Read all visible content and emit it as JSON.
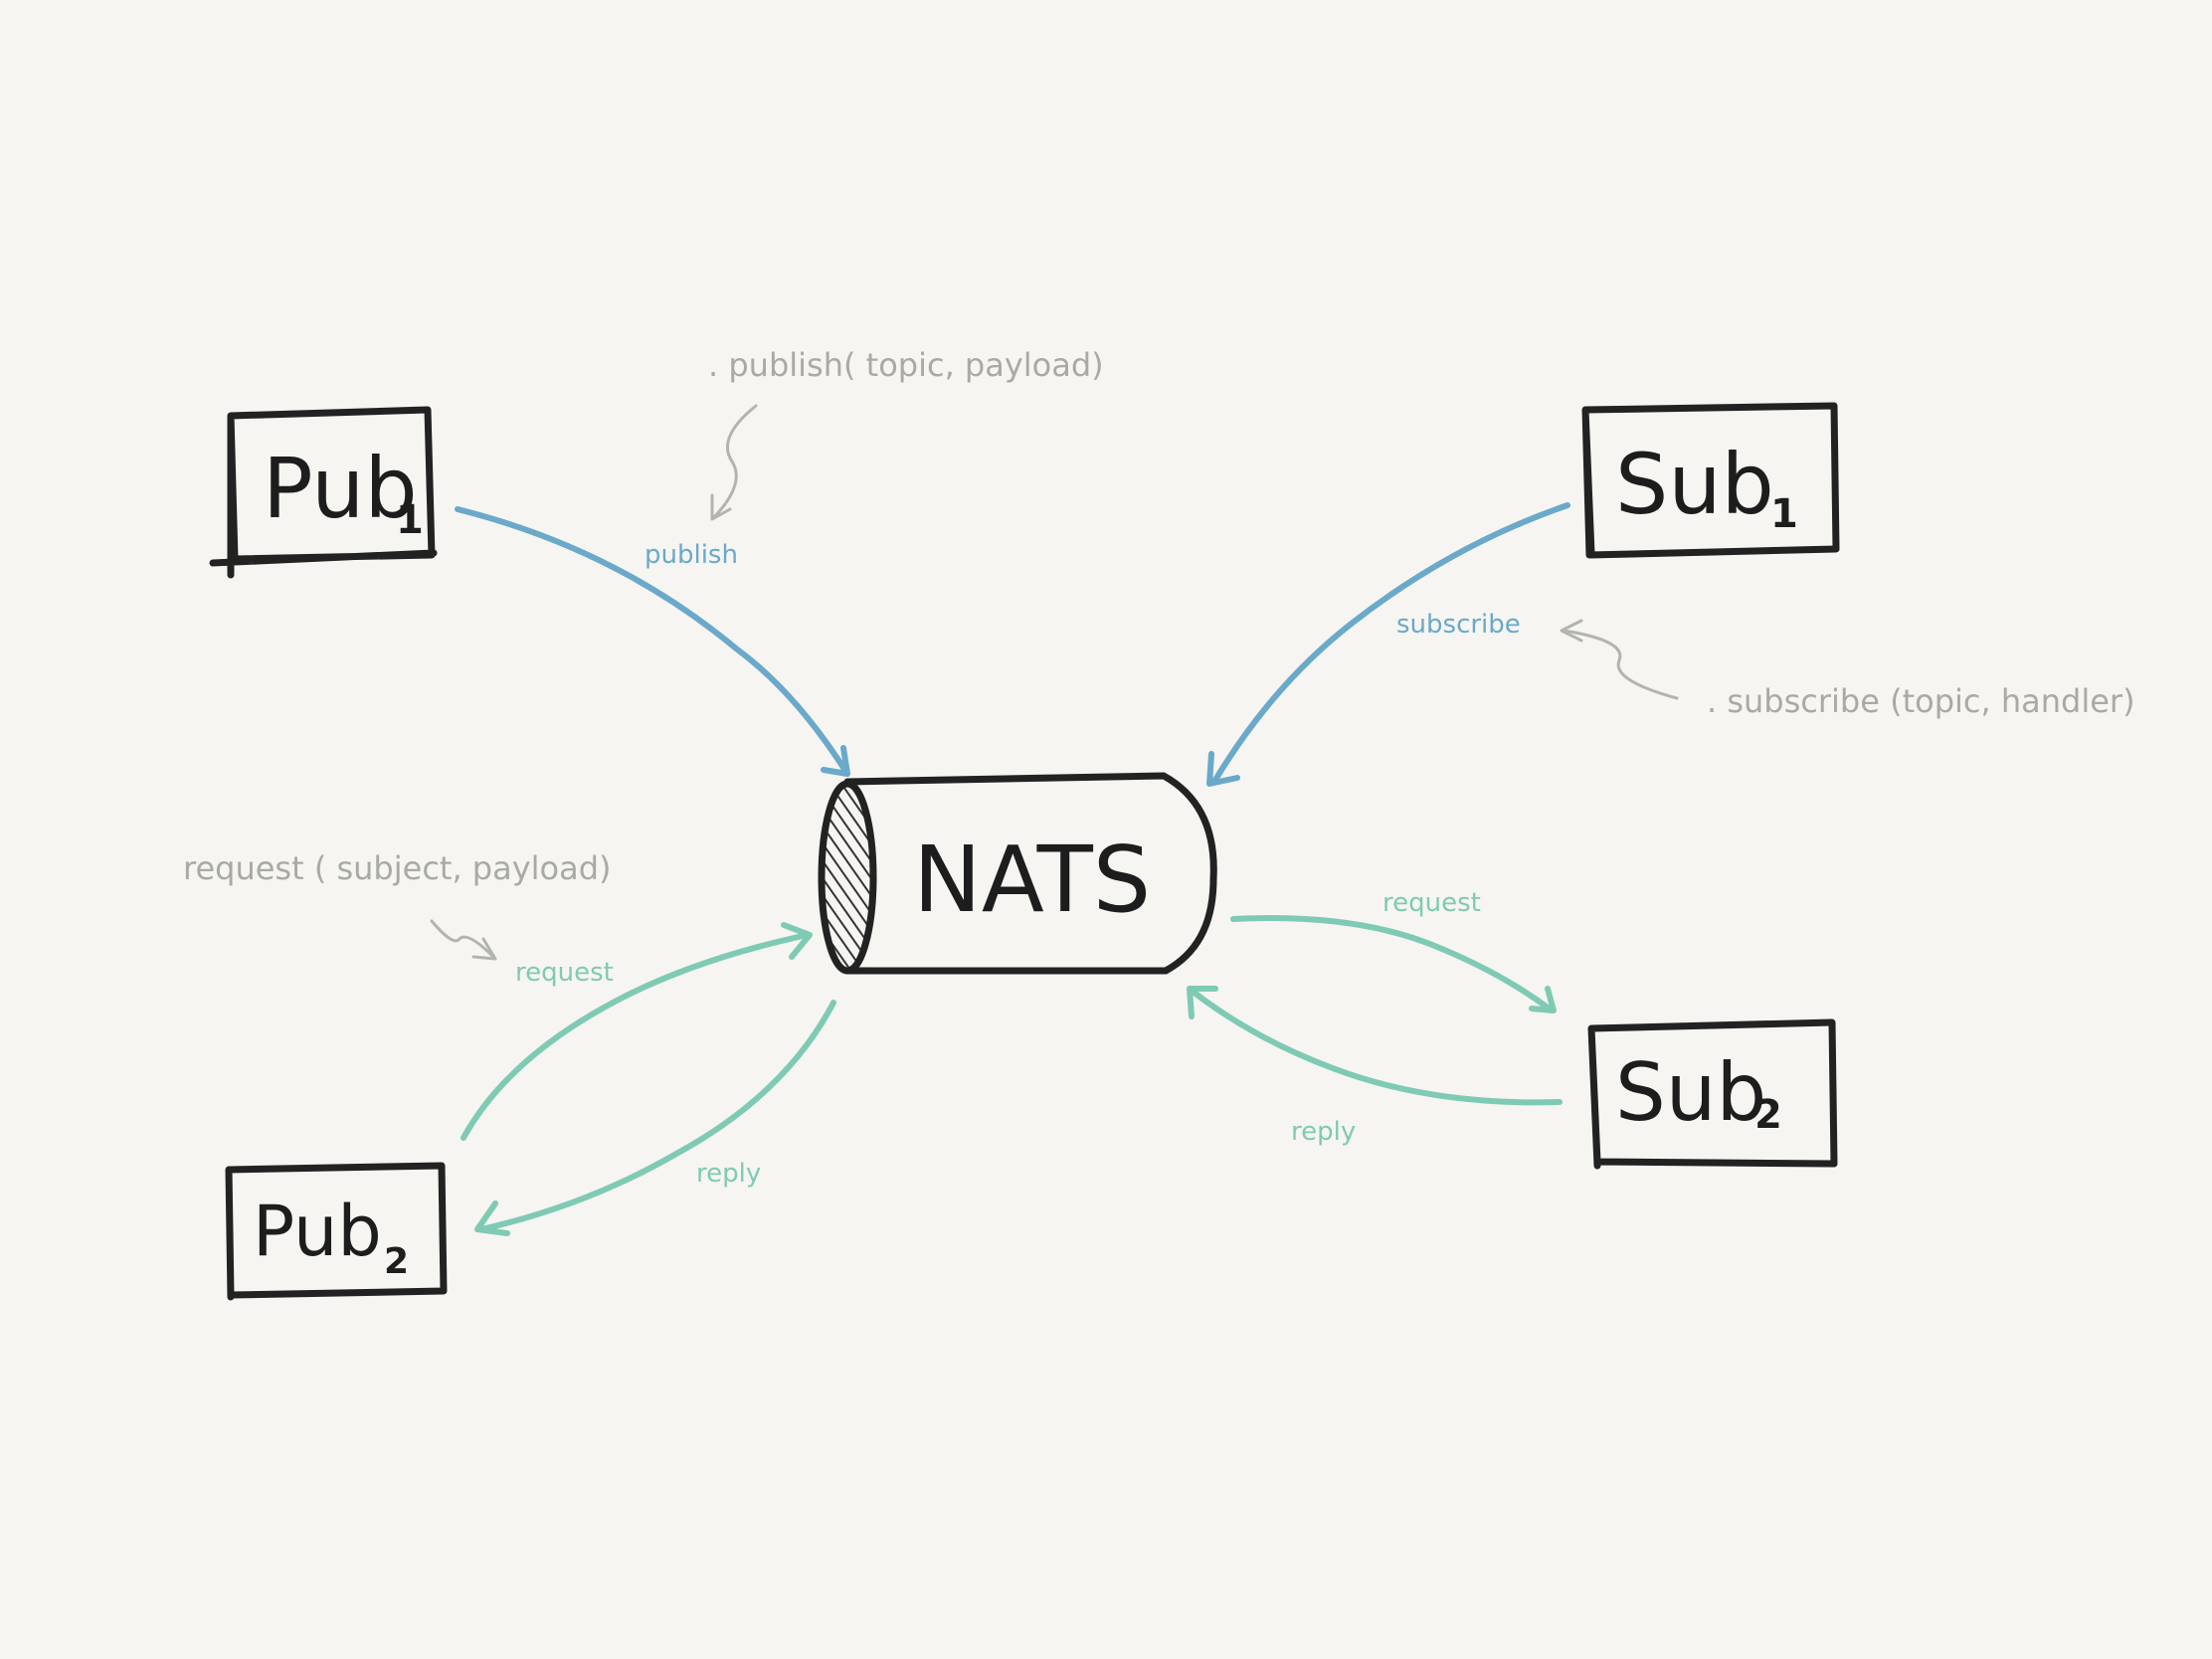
{
  "colors": {
    "background": "#f6f5f1",
    "ink": "#222222",
    "publish_subscribe": "#6aa9c9",
    "request_reply": "#7fcab4",
    "note": "#a9a9a6"
  },
  "nodes": {
    "pub1": {
      "label": "Pub",
      "index": "1"
    },
    "pub2": {
      "label": "Pub",
      "index": "2"
    },
    "sub1": {
      "label": "Sub",
      "index": "1"
    },
    "sub2": {
      "label": "Sub",
      "index": "2"
    },
    "broker": {
      "label": "NATS"
    }
  },
  "edges": {
    "publish": "publish",
    "subscribe": "subscribe",
    "request_in": "request",
    "reply_out": "reply",
    "request_out": "request",
    "reply_in": "reply"
  },
  "notes": {
    "publish_call": ". publish( topic, payload)",
    "subscribe_call": ". subscribe (topic, handler)",
    "request_call": "request ( subject, payload)"
  },
  "icons": {
    "arrowhead": "arrowhead-icon",
    "hatch": "hatch-pattern"
  }
}
